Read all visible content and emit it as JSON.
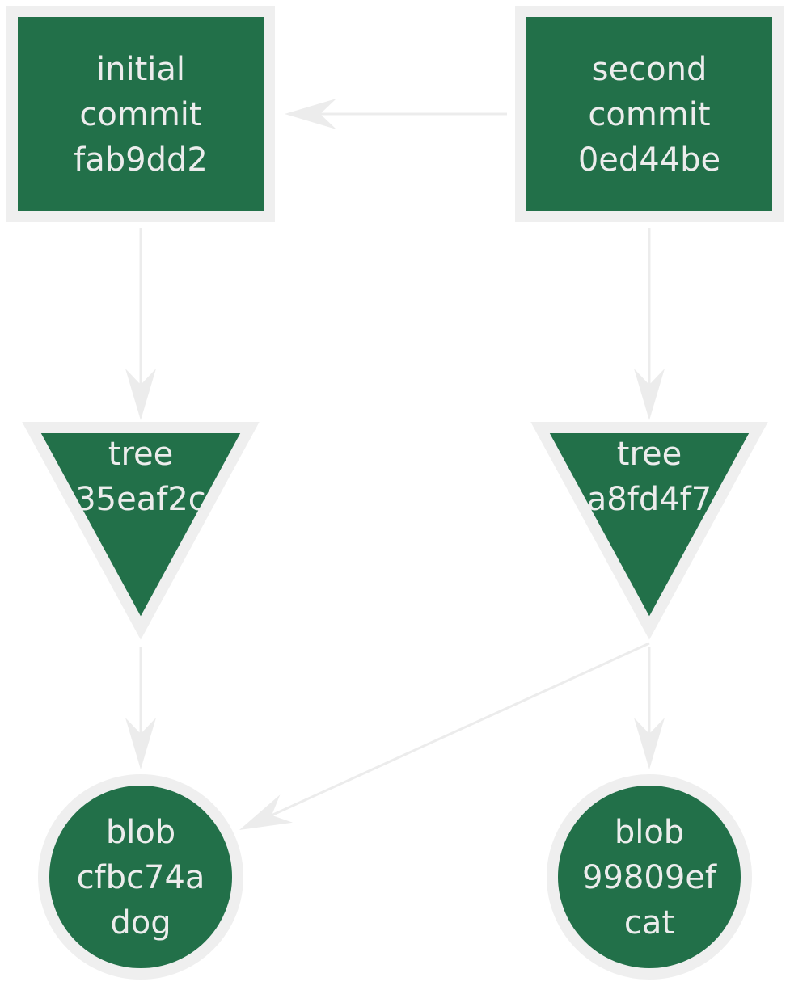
{
  "colors": {
    "node_fill": "#227049",
    "node_border": "#efefef",
    "edge": "#ececec",
    "text": "#ececec",
    "background": "#ffffff"
  },
  "nodes": [
    {
      "id": "commit-initial",
      "kind": "commit",
      "shape": "rectangle",
      "lines": [
        "initial",
        "commit",
        "fab9dd2"
      ]
    },
    {
      "id": "commit-second",
      "kind": "commit",
      "shape": "rectangle",
      "lines": [
        "second",
        "commit",
        "0ed44be"
      ]
    },
    {
      "id": "tree-35eaf2c",
      "kind": "tree",
      "shape": "triangle",
      "lines": [
        "tree",
        "35eaf2c"
      ]
    },
    {
      "id": "tree-a8fd4f7",
      "kind": "tree",
      "shape": "triangle",
      "lines": [
        "tree",
        "a8fd4f7"
      ]
    },
    {
      "id": "blob-cfbc74a",
      "kind": "blob",
      "shape": "circle",
      "lines": [
        "blob",
        "cfbc74a",
        "dog"
      ]
    },
    {
      "id": "blob-99809ef",
      "kind": "blob",
      "shape": "circle",
      "lines": [
        "blob",
        "99809ef",
        "cat"
      ]
    }
  ],
  "edges": [
    {
      "from": "commit-second",
      "to": "commit-initial"
    },
    {
      "from": "commit-initial",
      "to": "tree-35eaf2c"
    },
    {
      "from": "commit-second",
      "to": "tree-a8fd4f7"
    },
    {
      "from": "tree-35eaf2c",
      "to": "blob-cfbc74a"
    },
    {
      "from": "tree-a8fd4f7",
      "to": "blob-cfbc74a"
    },
    {
      "from": "tree-a8fd4f7",
      "to": "blob-99809ef"
    }
  ]
}
